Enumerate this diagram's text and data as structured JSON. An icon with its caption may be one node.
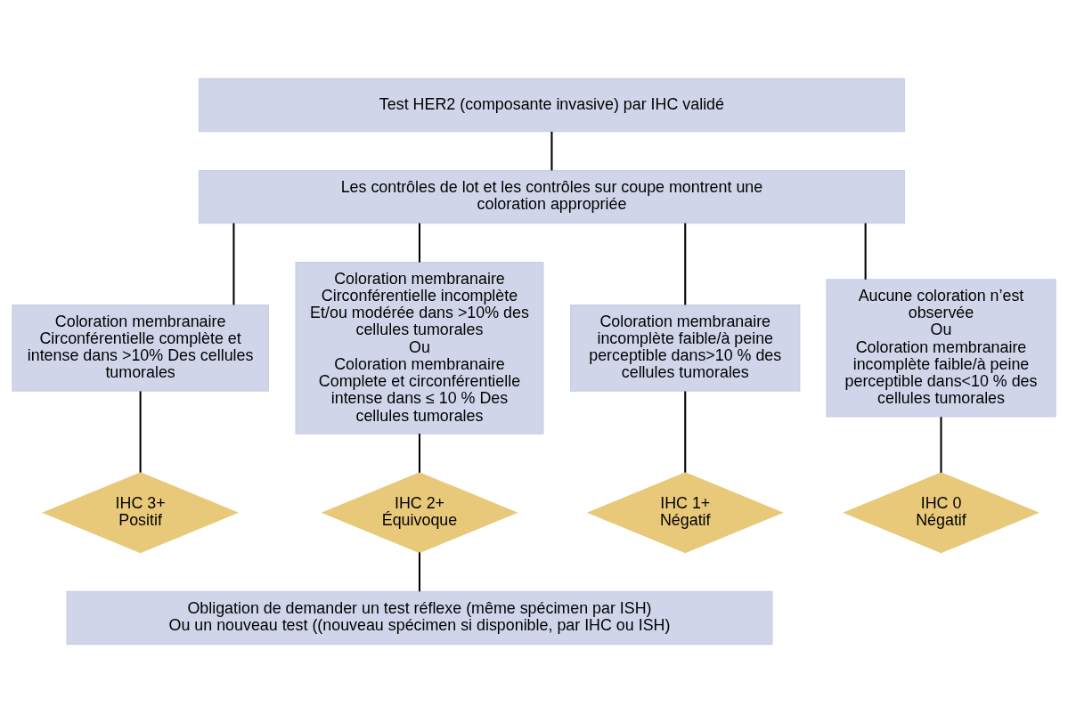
{
  "diagram": {
    "nodes": [
      {
        "text": [
          "Test HER2 (composante invasive) par IHC validé"
        ]
      },
      {
        "text": [
          "Les contrôles de lot et les contrôles sur coupe montrent une coloration appropriée"
        ]
      },
      {
        "text": [
          "Coloration membranaire Circonférentielle complète et intense dans >10% Des cellules tumorales"
        ]
      },
      {
        "text": [
          "Coloration membranaire Circonférentielle incomplète Et/ou modérée dans >10% des cellules tumorales",
          "Ou",
          "Coloration membranaire Complete et circonférentielle intense dans ≤ 10 % Des cellules tumorales"
        ]
      },
      {
        "text": [
          "Coloration membranaire incomplète faible/à peine perceptible dans>10 % des cellules tumorales"
        ]
      },
      {
        "text": [
          "Aucune coloration n’est observée",
          "Ou",
          "Coloration membranaire incomplète faible/à peine perceptible dans<10 % des cellules tumorales"
        ]
      },
      {
        "text": [
          "IHC 3+",
          "Positif"
        ]
      },
      {
        "text": [
          "IHC 2+",
          "Équivoque"
        ]
      },
      {
        "text": [
          "IHC 1+",
          "Négatif"
        ]
      },
      {
        "text": [
          "IHC 0",
          "Négatif"
        ]
      },
      {
        "text": [
          "Obligation de demander un test réflexe (même spécimen par ISH)",
          "Ou un nouveau test ((nouveau spécimen si disponible, par IHC ou ISH)"
        ]
      }
    ],
    "edges": [
      {
        "from": 0,
        "to": 1,
        "arrow": "none"
      },
      {
        "from": 1,
        "to": 2,
        "arrow": "none"
      },
      {
        "from": 1,
        "to": 3,
        "arrow": "none"
      },
      {
        "from": 1,
        "to": 4,
        "arrow": "none"
      },
      {
        "from": 1,
        "to": 5,
        "arrow": "none"
      },
      {
        "from": 2,
        "to": 6,
        "arrow": "none"
      },
      {
        "from": 3,
        "to": 7,
        "arrow": "none"
      },
      {
        "from": 4,
        "to": 8,
        "arrow": "none"
      },
      {
        "from": 5,
        "to": 9,
        "arrow": "none"
      },
      {
        "from": 7,
        "to": 10,
        "arrow": "none"
      }
    ]
  }
}
